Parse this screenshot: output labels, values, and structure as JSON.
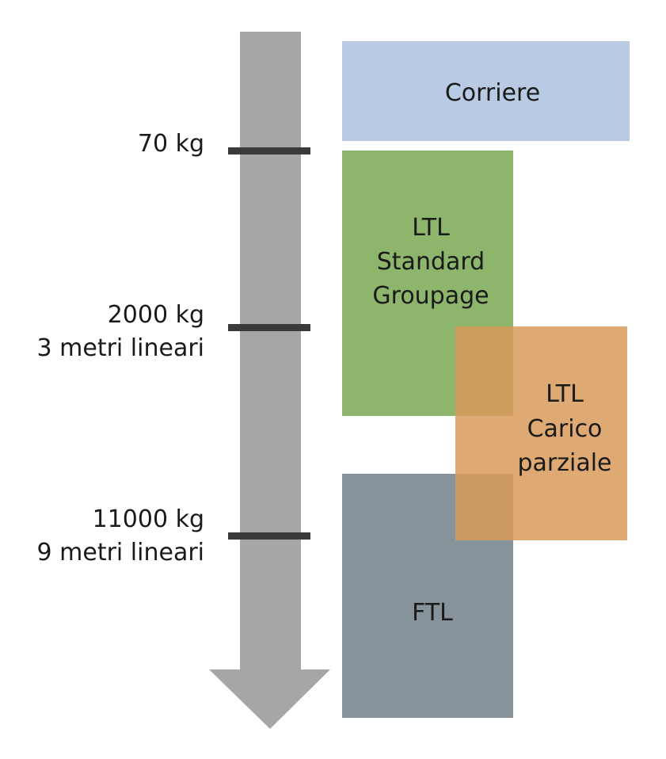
{
  "colors": {
    "arrow": "#a6a6a6",
    "tick": "#3a3a3a",
    "corriere": "#b9cbe4",
    "ltl_standard": "#8db56b",
    "ltl_partial": "#d99a5c",
    "ftl": "#87939a"
  },
  "thresholds": [
    {
      "lines": [
        "70 kg"
      ]
    },
    {
      "lines": [
        "2000 kg",
        "3 metri lineari"
      ]
    },
    {
      "lines": [
        "11000 kg",
        "9 metri lineari"
      ]
    }
  ],
  "boxes": {
    "corriere": {
      "lines": [
        "Corriere"
      ]
    },
    "ltl_standard": {
      "lines": [
        "LTL",
        "Standard",
        "Groupage"
      ]
    },
    "ltl_partial": {
      "lines": [
        "LTL",
        "Carico",
        "parziale"
      ]
    },
    "ftl": {
      "lines": [
        "FTL"
      ]
    }
  }
}
